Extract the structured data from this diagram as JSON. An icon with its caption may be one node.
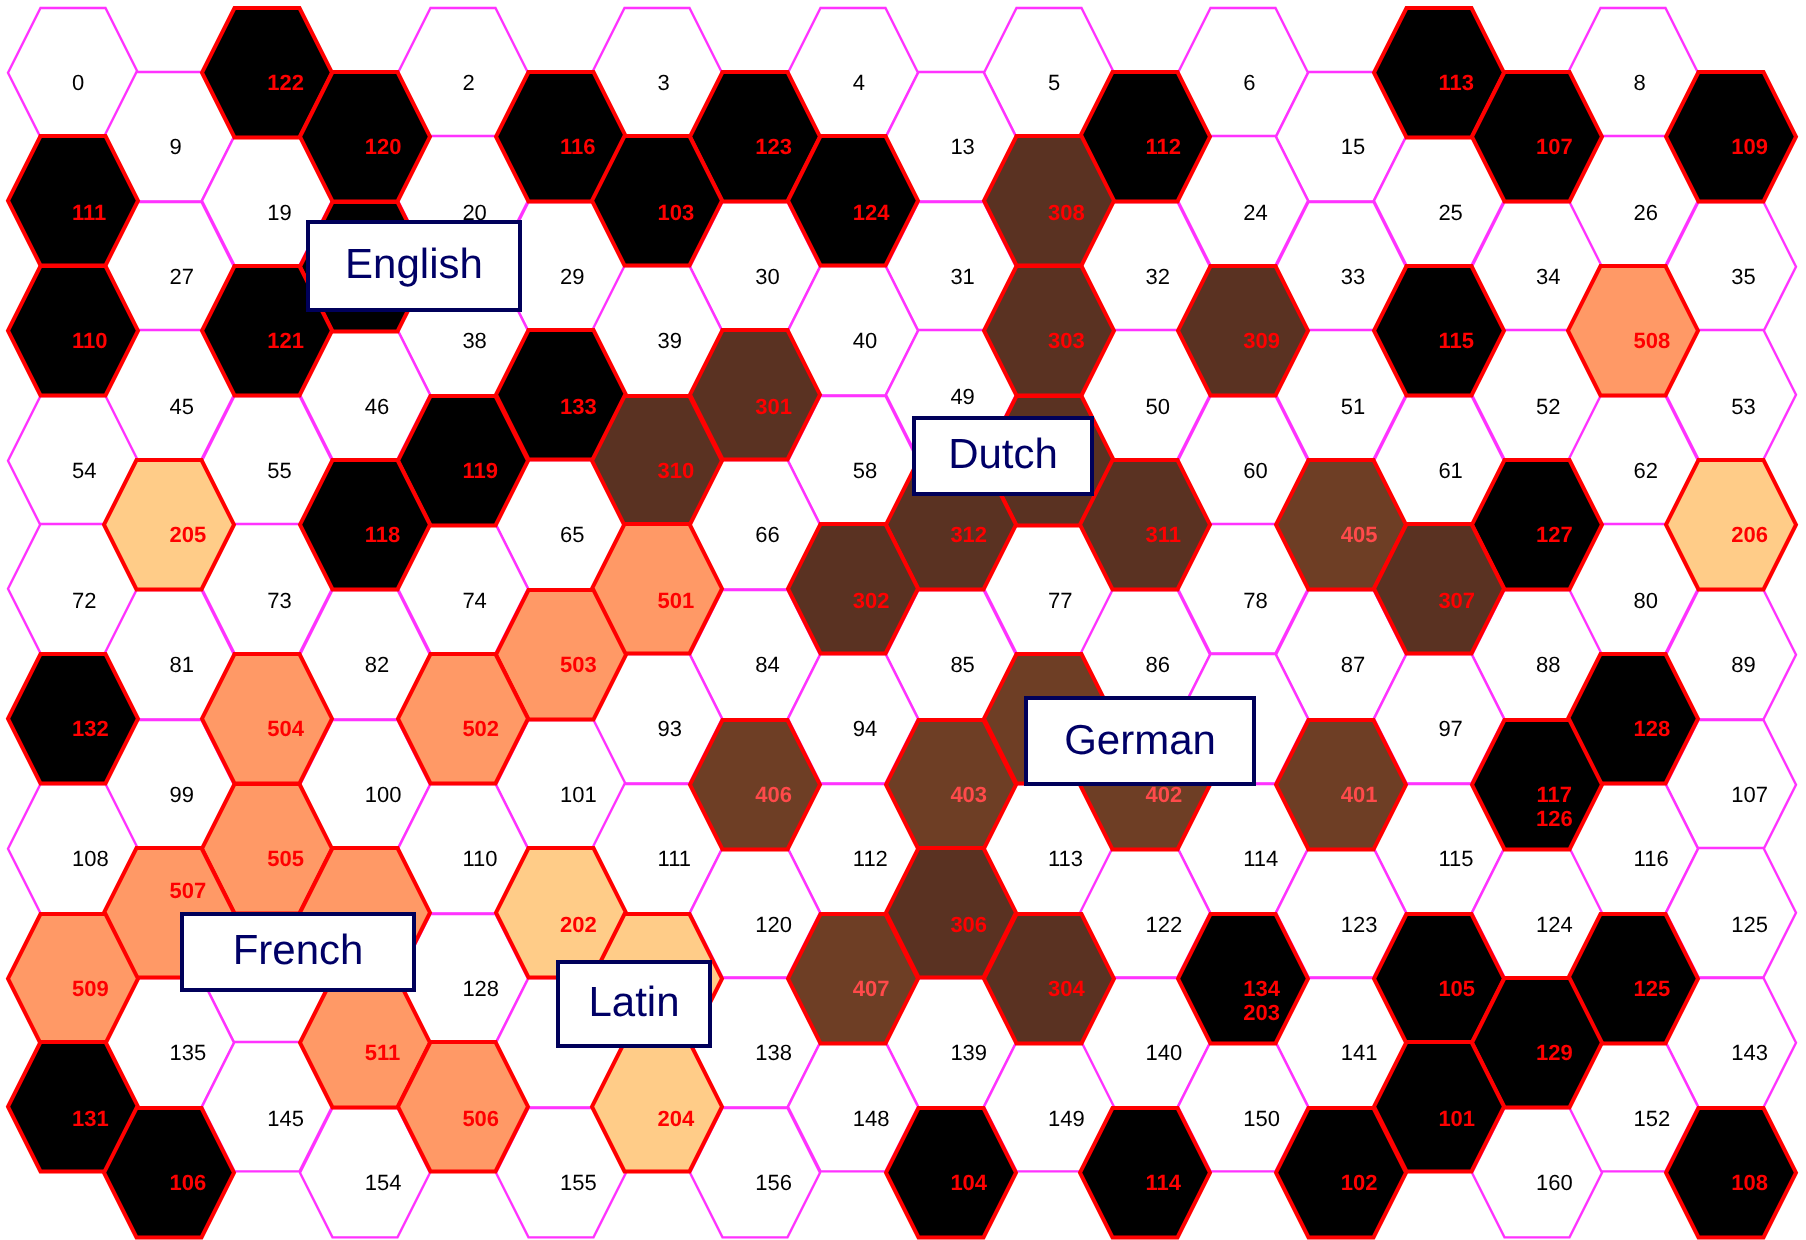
{
  "diagram": {
    "nodes": [
      {
        "text": [
          "0"
        ]
      },
      {
        "text": [
          "122"
        ]
      },
      {
        "text": [
          "2"
        ]
      },
      {
        "text": [
          "3"
        ]
      },
      {
        "text": [
          "4"
        ]
      },
      {
        "text": [
          "5"
        ]
      },
      {
        "text": [
          "6"
        ]
      },
      {
        "text": [
          "113"
        ]
      },
      {
        "text": [
          "8"
        ]
      },
      {
        "text": [
          "9"
        ]
      },
      {
        "text": [
          "120"
        ]
      },
      {
        "text": [
          "116"
        ]
      },
      {
        "text": [
          "123"
        ]
      },
      {
        "text": [
          "13"
        ]
      },
      {
        "text": [
          "112"
        ]
      },
      {
        "text": [
          "15"
        ]
      },
      {
        "text": [
          "107"
        ]
      },
      {
        "text": [
          "109"
        ]
      },
      {
        "text": [
          "111"
        ]
      },
      {
        "text": [
          "19"
        ]
      },
      {
        "text": [
          "20"
        ]
      },
      {
        "text": [
          "103"
        ]
      },
      {
        "text": [
          "124"
        ]
      },
      {
        "text": [
          "308"
        ]
      },
      {
        "text": [
          "24"
        ]
      },
      {
        "text": [
          "25"
        ]
      },
      {
        "text": [
          "26"
        ]
      },
      {
        "text": [
          "27"
        ]
      },
      {
        "text": [],
        "shape": "hexagon"
      },
      {
        "text": [
          "29"
        ]
      },
      {
        "text": [
          "30"
        ]
      },
      {
        "text": [
          "31"
        ]
      },
      {
        "text": [
          "32"
        ]
      },
      {
        "text": [
          "33"
        ]
      },
      {
        "text": [
          "34"
        ]
      },
      {
        "text": [
          "35"
        ]
      },
      {
        "text": [
          "110"
        ]
      },
      {
        "text": [
          "121"
        ]
      },
      {
        "text": [
          "38"
        ]
      },
      {
        "text": [
          "39"
        ]
      },
      {
        "text": [
          "40"
        ]
      },
      {
        "text": [
          "303"
        ]
      },
      {
        "text": [
          "309"
        ]
      },
      {
        "text": [
          "115"
        ]
      },
      {
        "text": [
          "508"
        ]
      },
      {
        "text": [
          "45"
        ]
      },
      {
        "text": [
          "46"
        ]
      },
      {
        "text": [
          "133"
        ]
      },
      {
        "text": [
          "301"
        ]
      },
      {
        "text": [
          "49"
        ]
      },
      {
        "text": [
          "50"
        ]
      },
      {
        "text": [
          "51"
        ]
      },
      {
        "text": [
          "52"
        ]
      },
      {
        "text": [
          "53"
        ]
      },
      {
        "text": [
          "54"
        ]
      },
      {
        "text": [
          "55"
        ]
      },
      {
        "text": [
          "119"
        ]
      },
      {
        "text": [
          "310"
        ]
      },
      {
        "text": [
          "58"
        ]
      },
      {
        "text": [],
        "shape": "hexagon"
      },
      {
        "text": [
          "60"
        ]
      },
      {
        "text": [
          "61"
        ]
      },
      {
        "text": [
          "62"
        ]
      },
      {
        "text": [
          "205"
        ]
      },
      {
        "text": [
          "118"
        ]
      },
      {
        "text": [
          "65"
        ]
      },
      {
        "text": [
          "66"
        ]
      },
      {
        "text": [
          "312"
        ]
      },
      {
        "text": [
          "311"
        ]
      },
      {
        "text": [
          "405"
        ]
      },
      {
        "text": [
          "127"
        ]
      },
      {
        "text": [
          "206"
        ]
      },
      {
        "text": [
          "72"
        ]
      },
      {
        "text": [
          "73"
        ]
      },
      {
        "text": [
          "74"
        ]
      },
      {
        "text": [
          "501"
        ]
      },
      {
        "text": [
          "302"
        ]
      },
      {
        "text": [
          "77"
        ]
      },
      {
        "text": [
          "78"
        ]
      },
      {
        "text": [
          "307"
        ]
      },
      {
        "text": [
          "80"
        ]
      },
      {
        "text": [
          "81"
        ]
      },
      {
        "text": [
          "82"
        ]
      },
      {
        "text": [
          "503"
        ]
      },
      {
        "text": [
          "84"
        ]
      },
      {
        "text": [
          "85"
        ]
      },
      {
        "text": [
          "86"
        ]
      },
      {
        "text": [
          "87"
        ]
      },
      {
        "text": [
          "88"
        ]
      },
      {
        "text": [
          "89"
        ]
      },
      {
        "text": [
          "132"
        ]
      },
      {
        "text": [
          "504"
        ]
      },
      {
        "text": [
          "502"
        ]
      },
      {
        "text": [
          "93"
        ]
      },
      {
        "text": [
          "94"
        ]
      },
      {
        "text": [],
        "shape": "hexagon"
      },
      {
        "text": [],
        "shape": "hexagon"
      },
      {
        "text": [
          "97"
        ]
      },
      {
        "text": [
          "128"
        ]
      },
      {
        "text": [
          "99"
        ]
      },
      {
        "text": [
          "100"
        ]
      },
      {
        "text": [
          "101"
        ]
      },
      {
        "text": [
          "406"
        ]
      },
      {
        "text": [
          "403"
        ]
      },
      {
        "text": [
          "402"
        ]
      },
      {
        "text": [
          "401"
        ]
      },
      {
        "text": [
          "117",
          "126"
        ]
      },
      {
        "text": [
          "107"
        ]
      },
      {
        "text": [
          "108"
        ]
      },
      {
        "text": [
          "505"
        ]
      },
      {
        "text": [
          "110"
        ]
      },
      {
        "text": [
          "111"
        ]
      },
      {
        "text": [
          "112"
        ]
      },
      {
        "text": [
          "113"
        ]
      },
      {
        "text": [
          "114"
        ]
      },
      {
        "text": [
          "115"
        ]
      },
      {
        "text": [
          "116"
        ]
      },
      {
        "text": [
          "507"
        ]
      },
      {
        "text": [],
        "shape": "hexagon"
      },
      {
        "text": [
          "202"
        ]
      },
      {
        "text": [
          "120"
        ]
      },
      {
        "text": [
          "306"
        ]
      },
      {
        "text": [
          "122"
        ]
      },
      {
        "text": [
          "123"
        ]
      },
      {
        "text": [
          "124"
        ]
      },
      {
        "text": [
          "125"
        ]
      },
      {
        "text": [
          "509"
        ]
      },
      {
        "text": [],
        "shape": "hexagon"
      },
      {
        "text": [
          "128"
        ]
      },
      {
        "text": [],
        "shape": "hexagon"
      },
      {
        "text": [
          "407"
        ]
      },
      {
        "text": [
          "304"
        ]
      },
      {
        "text": [
          "134",
          "203"
        ]
      },
      {
        "text": [
          "105"
        ]
      },
      {
        "text": [
          "125"
        ]
      },
      {
        "text": [
          "135"
        ]
      },
      {
        "text": [
          "511"
        ]
      },
      {
        "text": [],
        "shape": "hexagon"
      },
      {
        "text": [
          "138"
        ]
      },
      {
        "text": [
          "139"
        ]
      },
      {
        "text": [
          "140"
        ]
      },
      {
        "text": [
          "141"
        ]
      },
      {
        "text": [
          "129"
        ]
      },
      {
        "text": [
          "143"
        ]
      },
      {
        "text": [
          "131"
        ]
      },
      {
        "text": [
          "145"
        ]
      },
      {
        "text": [
          "506"
        ]
      },
      {
        "text": [
          "204"
        ]
      },
      {
        "text": [
          "148"
        ]
      },
      {
        "text": [
          "149"
        ]
      },
      {
        "text": [
          "150"
        ]
      },
      {
        "text": [
          "101"
        ]
      },
      {
        "text": [
          "152"
        ]
      },
      {
        "text": [
          "106"
        ]
      },
      {
        "text": [
          "154"
        ]
      },
      {
        "text": [
          "155"
        ]
      },
      {
        "text": [
          "156"
        ]
      },
      {
        "text": [
          "104"
        ]
      },
      {
        "text": [
          "114"
        ]
      },
      {
        "text": [
          "102"
        ]
      },
      {
        "text": [
          "160"
        ]
      },
      {
        "text": [
          "108"
        ]
      }
    ],
    "labels": [
      "English",
      "Dutch",
      "German",
      "French",
      "Latin"
    ]
  }
}
